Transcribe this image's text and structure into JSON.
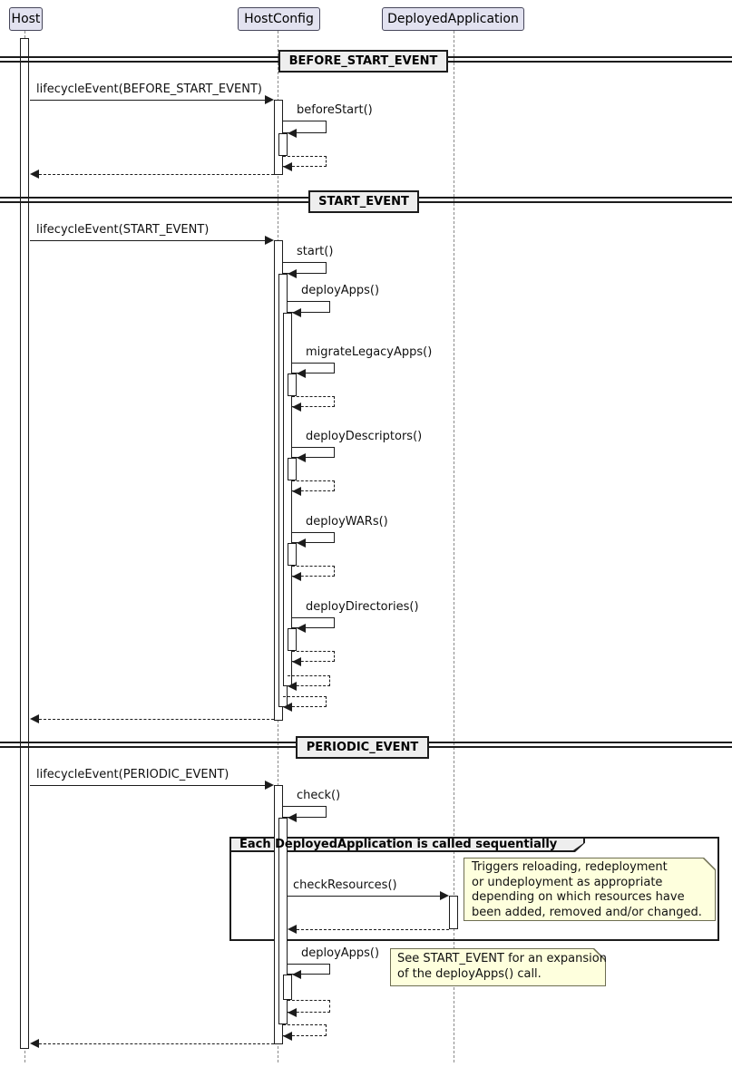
{
  "participants": [
    {
      "name": "Host"
    },
    {
      "name": "HostConfig"
    },
    {
      "name": "DeployedApplication"
    }
  ],
  "dividers": [
    {
      "label": "BEFORE_START_EVENT"
    },
    {
      "label": "START_EVENT"
    },
    {
      "label": "PERIODIC_EVENT"
    }
  ],
  "messages": {
    "lifecycle_before_start": "lifecycleEvent(BEFORE_START_EVENT)",
    "before_start": "beforeStart()",
    "lifecycle_start": "lifecycleEvent(START_EVENT)",
    "start": "start()",
    "deploy_apps": "deployApps()",
    "migrate_legacy_apps": "migrateLegacyApps()",
    "deploy_descriptors": "deployDescriptors()",
    "deploy_wars": "deployWARs()",
    "deploy_directories": "deployDirectories()",
    "lifecycle_periodic": "lifecycleEvent(PERIODIC_EVENT)",
    "check": "check()",
    "check_resources": "checkResources()",
    "deploy_apps_periodic": "deployApps()"
  },
  "group": {
    "label": "Each DeployedApplication is called sequentially"
  },
  "notes": [
    {
      "lines": [
        "Triggers reloading, redeployment",
        "or undeployment as appropriate",
        "depending on which resources have",
        "been added, removed and/or changed."
      ]
    },
    {
      "lines": [
        "See START_EVENT for an expansion",
        "of the deployApps() call."
      ]
    }
  ],
  "colors": {
    "participant_fill": "#E2E2F0",
    "participant_border": "#46465A",
    "divider_fill": "#EEEEEE",
    "note_fill": "#FEFFDD",
    "note_border": "#6E6E52",
    "line": "#1C1C1C",
    "lifeline": "#8A8A8A"
  }
}
